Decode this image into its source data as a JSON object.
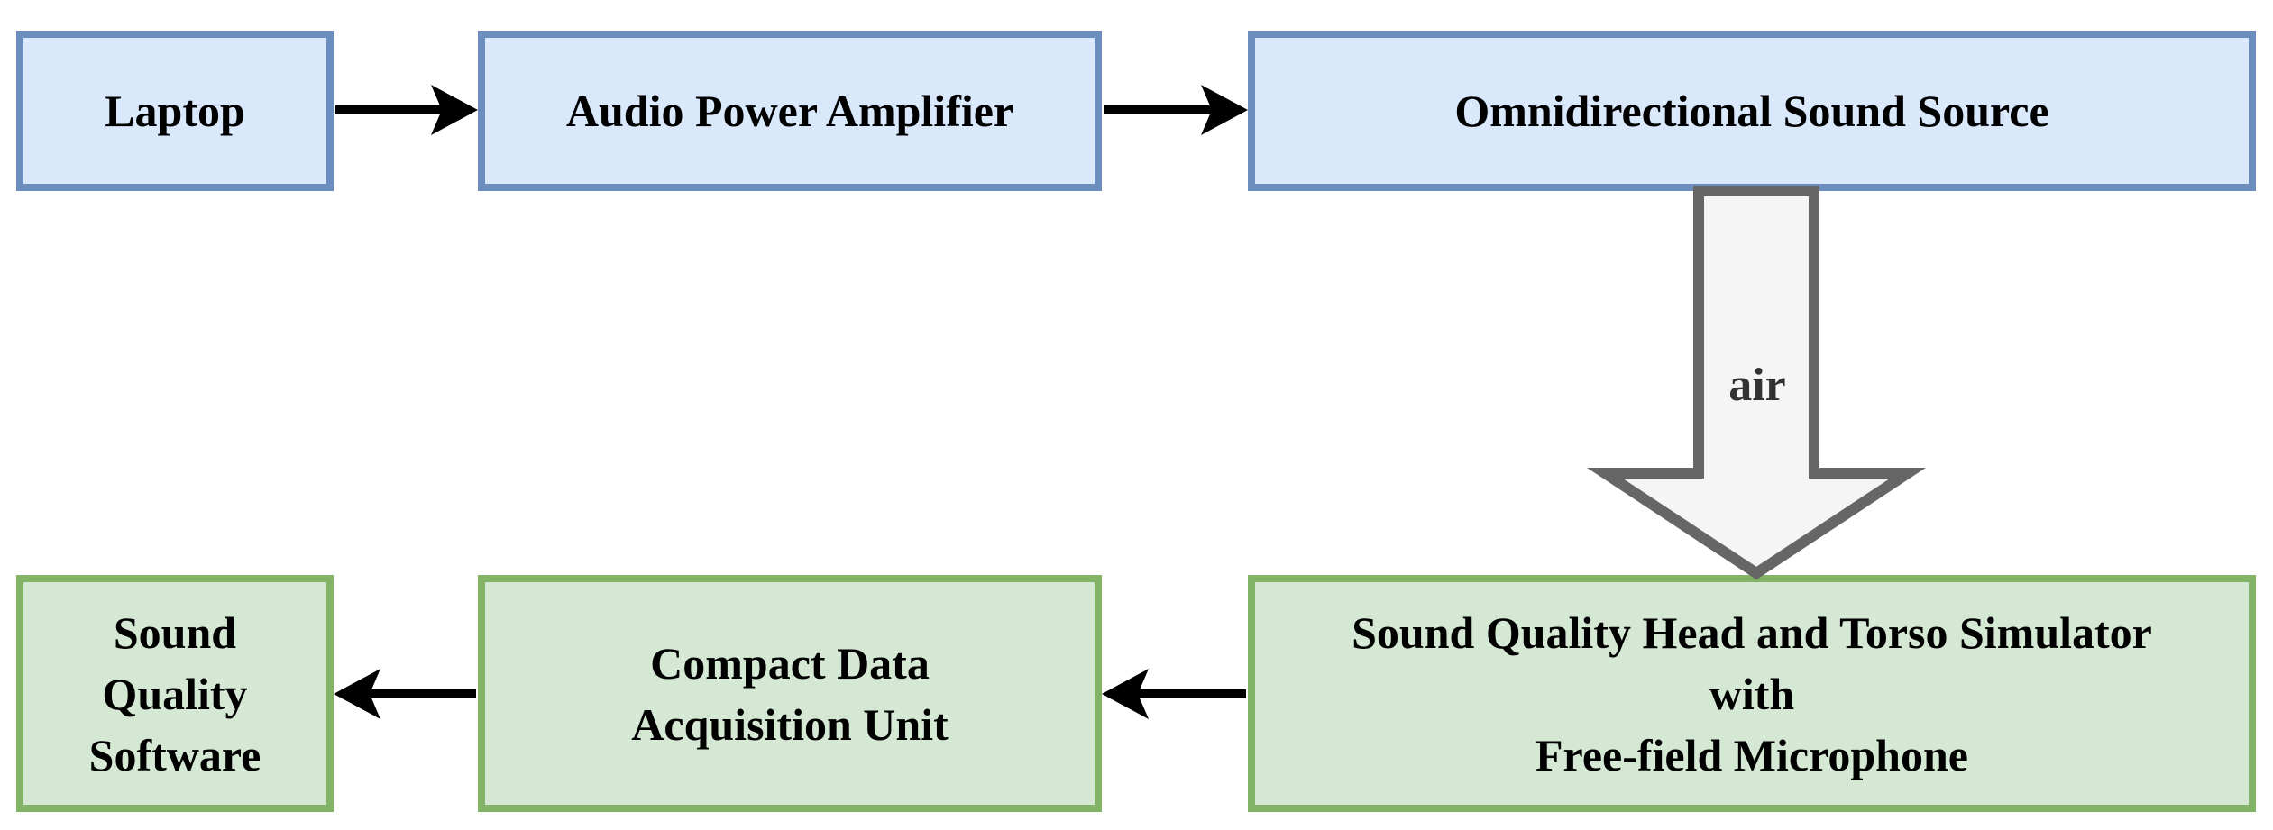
{
  "colors": {
    "source_fill": "#dae8fc",
    "source_border": "#6c8ebf",
    "receiver_fill": "#d5e8d4",
    "receiver_border": "#82b366",
    "arrow": "#000000",
    "air_arrow_fill": "#f5f5f5",
    "air_arrow_stroke": "#666666"
  },
  "top_row": {
    "laptop": "Laptop",
    "amplifier": "Audio Power Amplifier",
    "sound_source": "Omnidirectional Sound Source"
  },
  "bottom_row": {
    "simulator": "Sound Quality Head and Torso Simulator\nwith\nFree-field Microphone",
    "daq": "Compact Data\nAcquisition Unit",
    "software": "Sound\nQuality\nSoftware"
  },
  "air_arrow": {
    "label": "air"
  }
}
